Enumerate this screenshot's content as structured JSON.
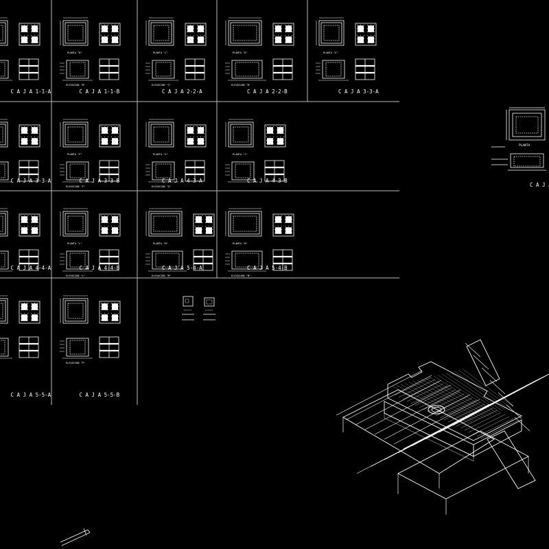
{
  "drawing": {
    "background": "#000000",
    "line_color": "#ffffff",
    "grid_line_color": "#bbbbbb",
    "cells": [
      {
        "caption": "C A J A   1-1-A",
        "plan_label": "",
        "elev_label": "",
        "variant": "partial-plan"
      },
      {
        "caption": "C A J A   1-1-B",
        "plan_label": "PLANTA \"B\"",
        "elev_label": "ELEVACION \"B\"",
        "variant": "std"
      },
      {
        "caption": "C A J A   2-2-A",
        "plan_label": "PLANTA \"C\"",
        "elev_label": "ELEVACION \"C\"",
        "variant": "std"
      },
      {
        "caption": "C A J A   2-2-B",
        "plan_label": "PLANTA \"D\"",
        "elev_label": "ELEVACION \"D\"",
        "variant": "wide"
      },
      {
        "caption": "C A J A   3-3-A",
        "plan_label": "PLANTA \"E\"",
        "elev_label": "",
        "variant": "std"
      },
      {
        "caption": "C A J A   3-3-A",
        "plan_label": "",
        "elev_label": "",
        "variant": "partial"
      },
      {
        "caption": "C A J A   3-3-B",
        "plan_label": "PLANTA \"F\"",
        "elev_label": "ELEVACION \"F\"",
        "variant": "std"
      },
      {
        "caption": "C A J A   4-3-A",
        "plan_label": "PLANTA \"G\"",
        "elev_label": "ELEVACION \"G\"",
        "variant": "std"
      },
      {
        "caption": "C A J A   4-3-B",
        "plan_label": "PLANTA \"J\"",
        "elev_label": "",
        "variant": "tall"
      },
      {
        "caption": "C A J A   4-4-A",
        "plan_label": "",
        "elev_label": "",
        "variant": "partial"
      },
      {
        "caption": "C A J A   4-4-B",
        "plan_label": "PLANTA \"L\"",
        "elev_label": "ELEVACION \"L\"",
        "variant": "std"
      },
      {
        "caption": "C A J A   5-4-A",
        "plan_label": "PLANTA \"M\"",
        "elev_label": "ELEVACION \"M\"",
        "variant": "wide"
      },
      {
        "caption": "C A J A   5-4-B",
        "plan_label": "PLANTA \"N\"",
        "elev_label": "ELEVACION \"N\"",
        "variant": "wide"
      },
      {
        "caption": "C A J A   5-5-A",
        "plan_label": "",
        "elev_label": "",
        "variant": "partial"
      },
      {
        "caption": "C A J A   5-5-B",
        "plan_label": "",
        "elev_label": "ELEVACION \"P\"",
        "variant": "std"
      }
    ],
    "right_detail": {
      "plan_label": "PLANTA",
      "caption": "C A J A"
    }
  }
}
